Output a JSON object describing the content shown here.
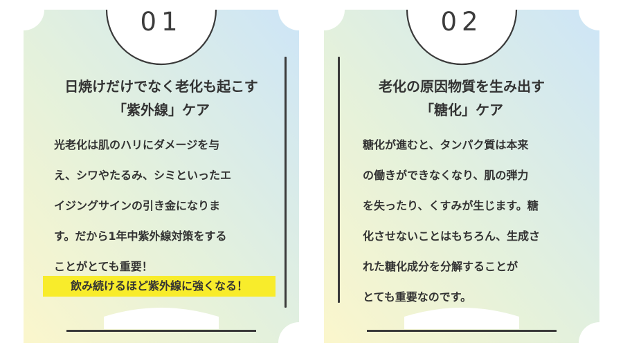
{
  "cards": [
    {
      "number": "01",
      "title_lines": [
        "日焼けだけでなく老化も起こす",
        "「紫外線」ケア"
      ],
      "body_lines": [
        "光老化は肌のハリにダメージを与",
        "え、シワやたるみ、シミといったエ",
        "イジングサインの引き金になりま",
        "す。だから1年中紫外線対策をする",
        "ことがとても重要！"
      ],
      "highlight": "飲み続けるほど紫外線に強くなる！"
    },
    {
      "number": "02",
      "title_lines": [
        "老化の原因物質を生み出す",
        "「糖化」ケア"
      ],
      "body_lines": [
        "糖化が進むと、タンパク質は本来",
        "の働きができなくなり、肌の弾力",
        "を失ったり、くすみが生じます。糖",
        "化させないことはもちろん、生成さ",
        "れた糖化成分を分解することが",
        "とても重要なのです。"
      ]
    }
  ],
  "colors": {
    "text": "#333333",
    "line": "#3a3a3a",
    "highlight": "#f8ec2b",
    "gradient_blue": "#cfe6f6",
    "gradient_green": "#e3f0dc",
    "gradient_yellow": "#fbf5c8"
  }
}
